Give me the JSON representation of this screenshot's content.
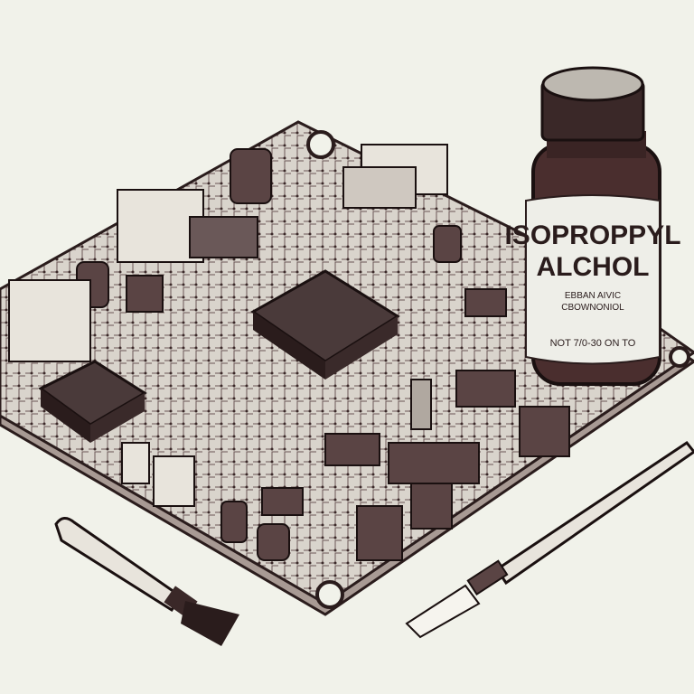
{
  "bottle": {
    "label_line1": "ISOPROPPYL",
    "label_line2": "ALCHOL",
    "small_line1": "EBBAN AIVIC",
    "small_line2": "CBOWNONIOL",
    "bottom_line": "NOT 7/0-30 ON TO"
  },
  "colors": {
    "background": "#f1f2ea",
    "ink": "#2a1c1c",
    "board": "#d9d4cc",
    "bottle_glass": "#4a2e2e",
    "label": "#eeeee8"
  }
}
